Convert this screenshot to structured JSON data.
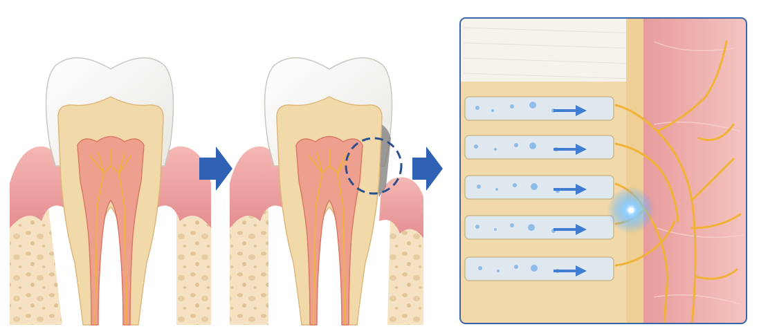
{
  "colors": {
    "enamel": "#f3f2ee",
    "enamel_edge": "#c9c7c0",
    "dentin": "#f1d9a9",
    "dentin_line": "#e2c087",
    "pulp": "#eea08f",
    "pulp_dark": "#d97864",
    "gum": "#efa3a1",
    "gum_dark": "#d9727a",
    "bone": "#f4e2c2",
    "bone_pore": "#e2c59a",
    "nerve": "#f0b336",
    "arrow": "#2f62b5",
    "panel_border": "#3a63a8",
    "fluid": "#6ea6e3",
    "tubule": "#dfe8ef",
    "wall": "#f6f3ec",
    "nerve_tissue": "#efb2b0",
    "pain_glow": "#4aa3ff"
  },
  "panels": [
    {
      "id": "healthy-tooth"
    },
    {
      "id": "receding-gum-tooth"
    },
    {
      "id": "dentin-tubules-closeup"
    }
  ],
  "icons": [
    "right-arrow-icon",
    "magnifier-circle-icon"
  ]
}
